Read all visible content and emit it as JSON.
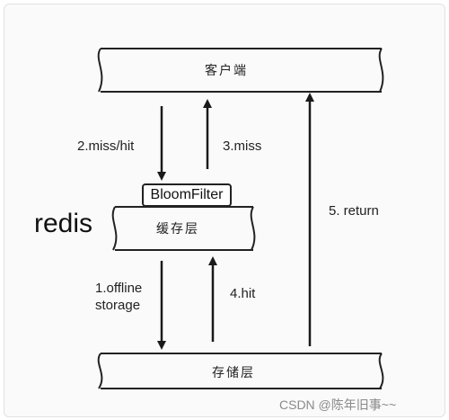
{
  "nodes": {
    "client": "客户端",
    "cache": "缓存层",
    "storage": "存储层",
    "bloom_filter": "BloomFilter",
    "redis": "redis"
  },
  "edges": {
    "step2": "2.miss/hit",
    "step3": "3.miss",
    "step1_line1": "1.offline",
    "step1_line2": "storage",
    "step4": "4.hit",
    "step5": "5. return"
  },
  "watermark": "CSDN @陈年旧事~~"
}
